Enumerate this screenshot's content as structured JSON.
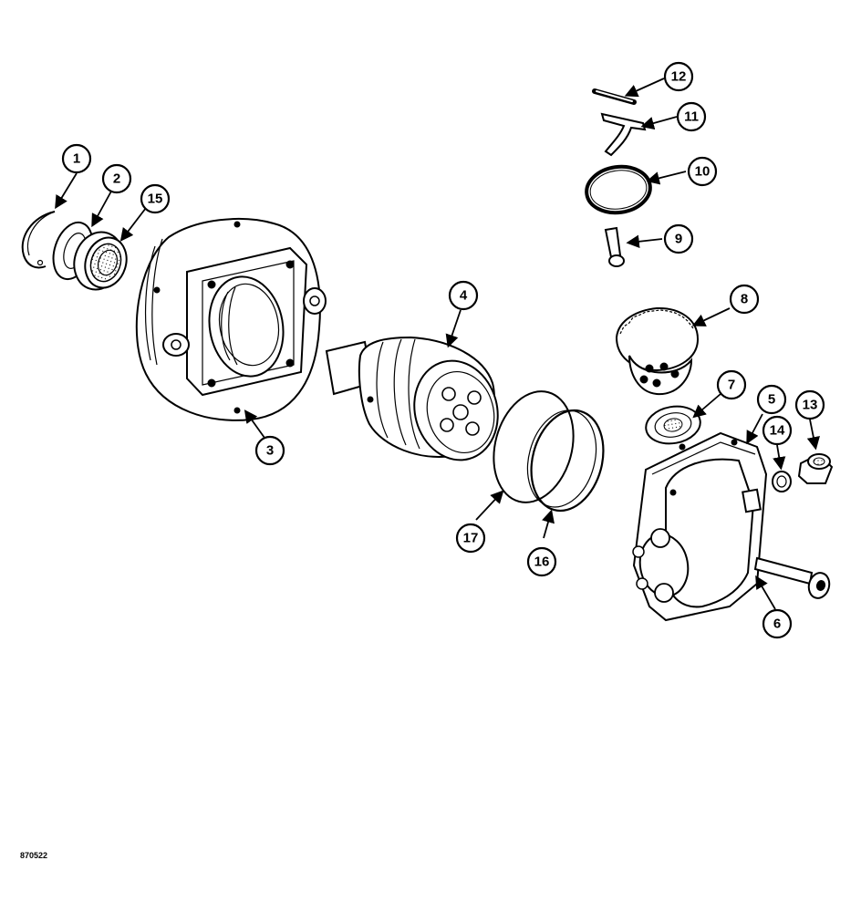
{
  "figure_code": "870522",
  "callouts": [
    {
      "label": "1"
    },
    {
      "label": "2"
    },
    {
      "label": "15"
    },
    {
      "label": "3"
    },
    {
      "label": "4"
    },
    {
      "label": "5"
    },
    {
      "label": "6"
    },
    {
      "label": "7"
    },
    {
      "label": "8"
    },
    {
      "label": "9"
    },
    {
      "label": "10"
    },
    {
      "label": "11"
    },
    {
      "label": "12"
    },
    {
      "label": "13"
    },
    {
      "label": "14"
    },
    {
      "label": "16"
    },
    {
      "label": "17"
    }
  ]
}
